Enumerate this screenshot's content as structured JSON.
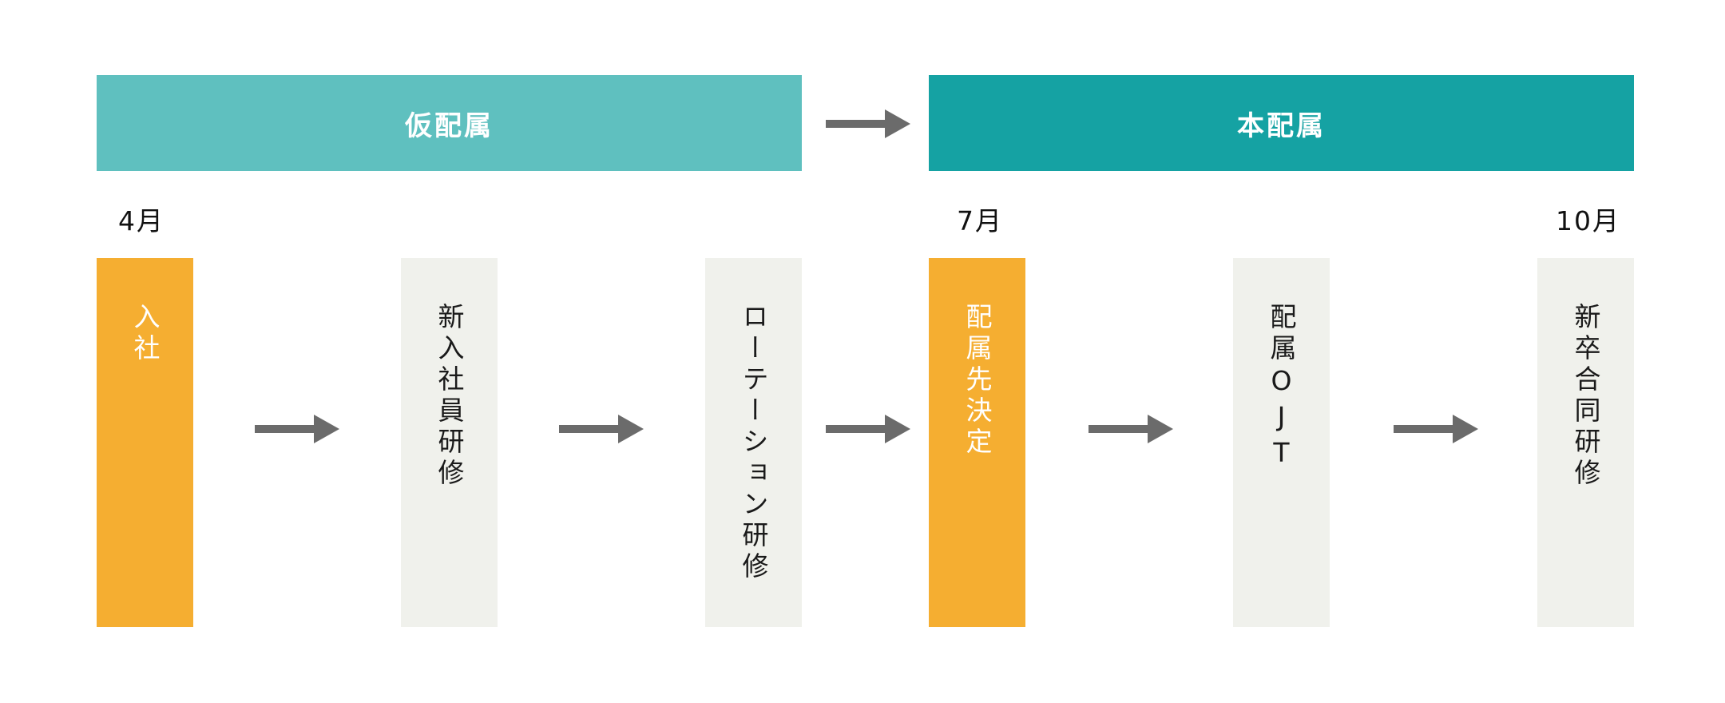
{
  "colors": {
    "provisional": "#5fc0bf",
    "final": "#15a2a3",
    "orange": "#f5ae31",
    "grey": "#f0f1ec",
    "arrow": "#6b6b6b"
  },
  "phases": {
    "provisional": "仮配属",
    "final": "本配属"
  },
  "months": {
    "m1": "4月",
    "m2": "7月",
    "m3": "10月"
  },
  "steps": [
    {
      "label": "入社"
    },
    {
      "label": "新入社員研修"
    },
    {
      "label": "ローテーション研修"
    },
    {
      "label": "配属先決定"
    },
    {
      "label": "配属OJT"
    },
    {
      "label": "新卒合同研修"
    }
  ]
}
